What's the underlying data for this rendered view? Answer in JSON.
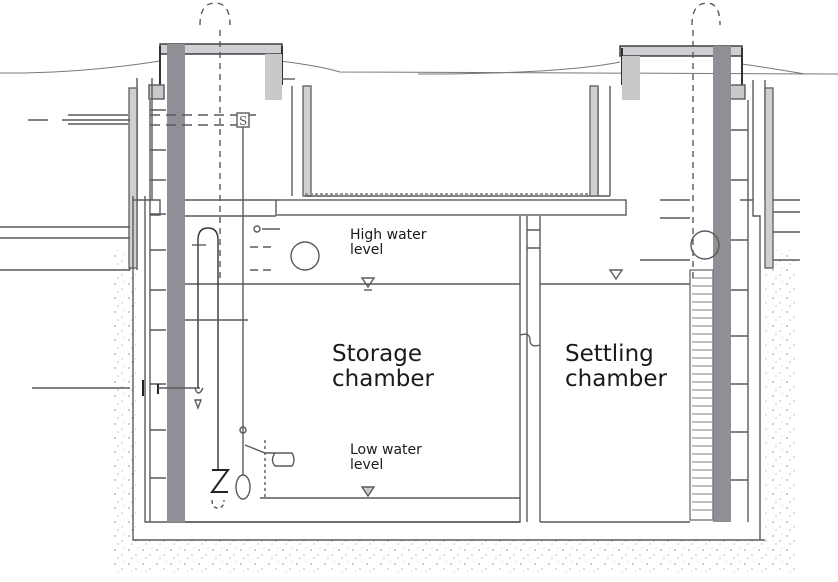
{
  "diagram": {
    "type": "cross-section",
    "labels": {
      "high_water": "High water\nlevel",
      "high_water_line1": "High water",
      "high_water_line2": "level",
      "low_water_line1": "Low water",
      "low_water_line2": "level",
      "storage_line1": "Storage",
      "storage_line2": "chamber",
      "settling_line1": "Settling",
      "settling_line2": "chamber"
    },
    "components": [
      "ground-surface",
      "left-manhole-shaft",
      "right-manhole-shaft",
      "roof-slab",
      "storage-chamber",
      "settling-chamber",
      "dividing-wall",
      "inlet-pipe",
      "outlet-pipe",
      "suction-pipe",
      "float-switch",
      "pump",
      "ladder-left",
      "ladder-right",
      "vent-pipe-left",
      "vent-pipe-right",
      "gravel-backfill"
    ],
    "colors": {
      "line": "#555555",
      "ladder_rail": "#8f8f96",
      "concrete_fill": "#c9c9cc",
      "gravel": "#b8b8c0",
      "text": "#1a1a1a"
    }
  }
}
